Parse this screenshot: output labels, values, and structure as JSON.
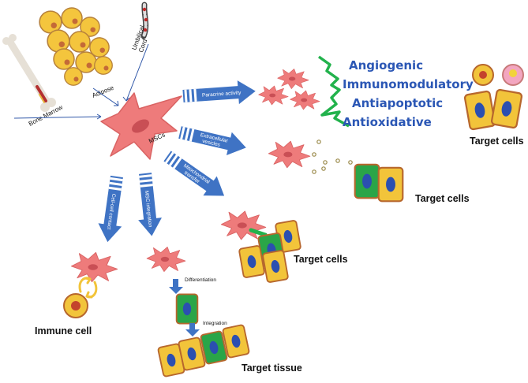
{
  "sources": {
    "bone_marrow": "Bone Marrow",
    "adipose": "Adipose",
    "umbilical_cord": "Umbilical Cord"
  },
  "center": {
    "label": "MSCs"
  },
  "mechanisms": {
    "paracrine": "Paracrine activity",
    "extracellular_vesicles": "Extracellular vesicles",
    "mitochondrial_transfer": "Mitochondrial transfer",
    "msc_integration": "MSC integration",
    "cell_cell_contact": "Cell-cell contact"
  },
  "effects": [
    "Angiogenic",
    "Immunomodulatory",
    "Antiapoptotic",
    "Antioxidative"
  ],
  "steps": {
    "differentiation": "Differentiation",
    "integration": "Integration"
  },
  "targets": {
    "paracrine": "Target cells",
    "vesicles": "Target cells",
    "mitochondria": "Target cells",
    "immune": "Immune cell",
    "tissue": "Target tissue"
  },
  "colors": {
    "msc": "#ee7b7b",
    "arrow": "#3f73c4",
    "effect_text": "#2b57b5",
    "effect_accent": "#22b24c",
    "target_cell": "#f2c43a",
    "nucleus": "#2b4fb0",
    "green_cell": "#2aa548",
    "adipocyte": "#f4c53d"
  }
}
